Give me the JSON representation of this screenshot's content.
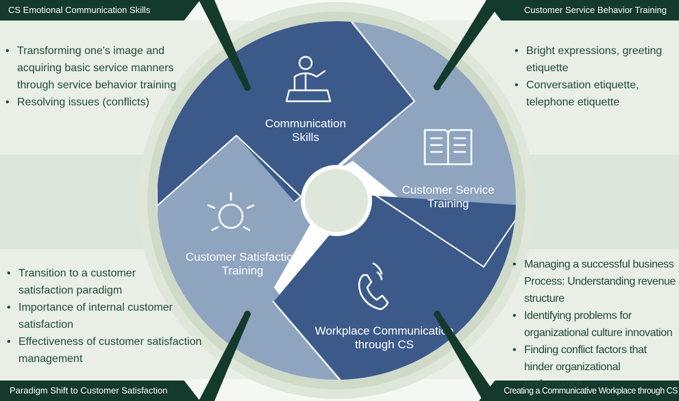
{
  "tags": {
    "top_left": "CS Emotional Communication Skills",
    "top_right": "Customer Service Behavior Training",
    "bottom_left": "Paradigm Shift to Customer Satisfaction",
    "bottom_right": "Creating a Communicative Workplace through CS"
  },
  "quadrants": {
    "communication": {
      "line1": "Communication",
      "line2": "Skills",
      "icon": "presenter-icon",
      "color": "#3b5a8a"
    },
    "customer_service": {
      "line1": "Customer Service",
      "line2": "Training",
      "icon": "book-icon",
      "color": "#8fa4bf"
    },
    "workplace": {
      "line1": "Workplace Communication",
      "line2": "through CS",
      "icon": "phone-icon",
      "color": "#3b5a8a"
    },
    "satisfaction": {
      "line1": "Customer Satisfaction",
      "line2": "Training",
      "icon": "sun-icon",
      "color": "#8fa4bf"
    }
  },
  "lists": {
    "top_left": [
      {
        "l1": "Transforming one's image and",
        "l2": "acquiring basic service manners",
        "l3": "through service behavior training"
      },
      {
        "l1": "Resolving issues (conflicts)"
      }
    ],
    "top_right": [
      {
        "l1": "Bright expressions, greeting",
        "l2": "etiquette"
      },
      {
        "l1": "Conversation etiquette,",
        "l2": "telephone etiquette"
      }
    ],
    "bottom_left": [
      {
        "l1": "Transition to a customer",
        "l2": "satisfaction paradigm"
      },
      {
        "l1": "Importance of internal customer",
        "l2": "satisfaction"
      },
      {
        "l1": "Effectiveness of customer satisfaction",
        "l2": "management"
      }
    ],
    "bottom_right": [
      {
        "l1": "Managing a successful business",
        "l2": "Process: Understanding revenue",
        "l3": "structure"
      },
      {
        "l1": "Identifying problems for",
        "l2": "organizational culture innovation"
      },
      {
        "l1": "Finding conflict factors that",
        "l2": "hinder organizational performance"
      }
    ]
  },
  "colors": {
    "dark_green": "#133a2c",
    "dark_blue": "#3b5a8a",
    "light_blue": "#8fa4bf",
    "ring": "#d2dccd"
  }
}
